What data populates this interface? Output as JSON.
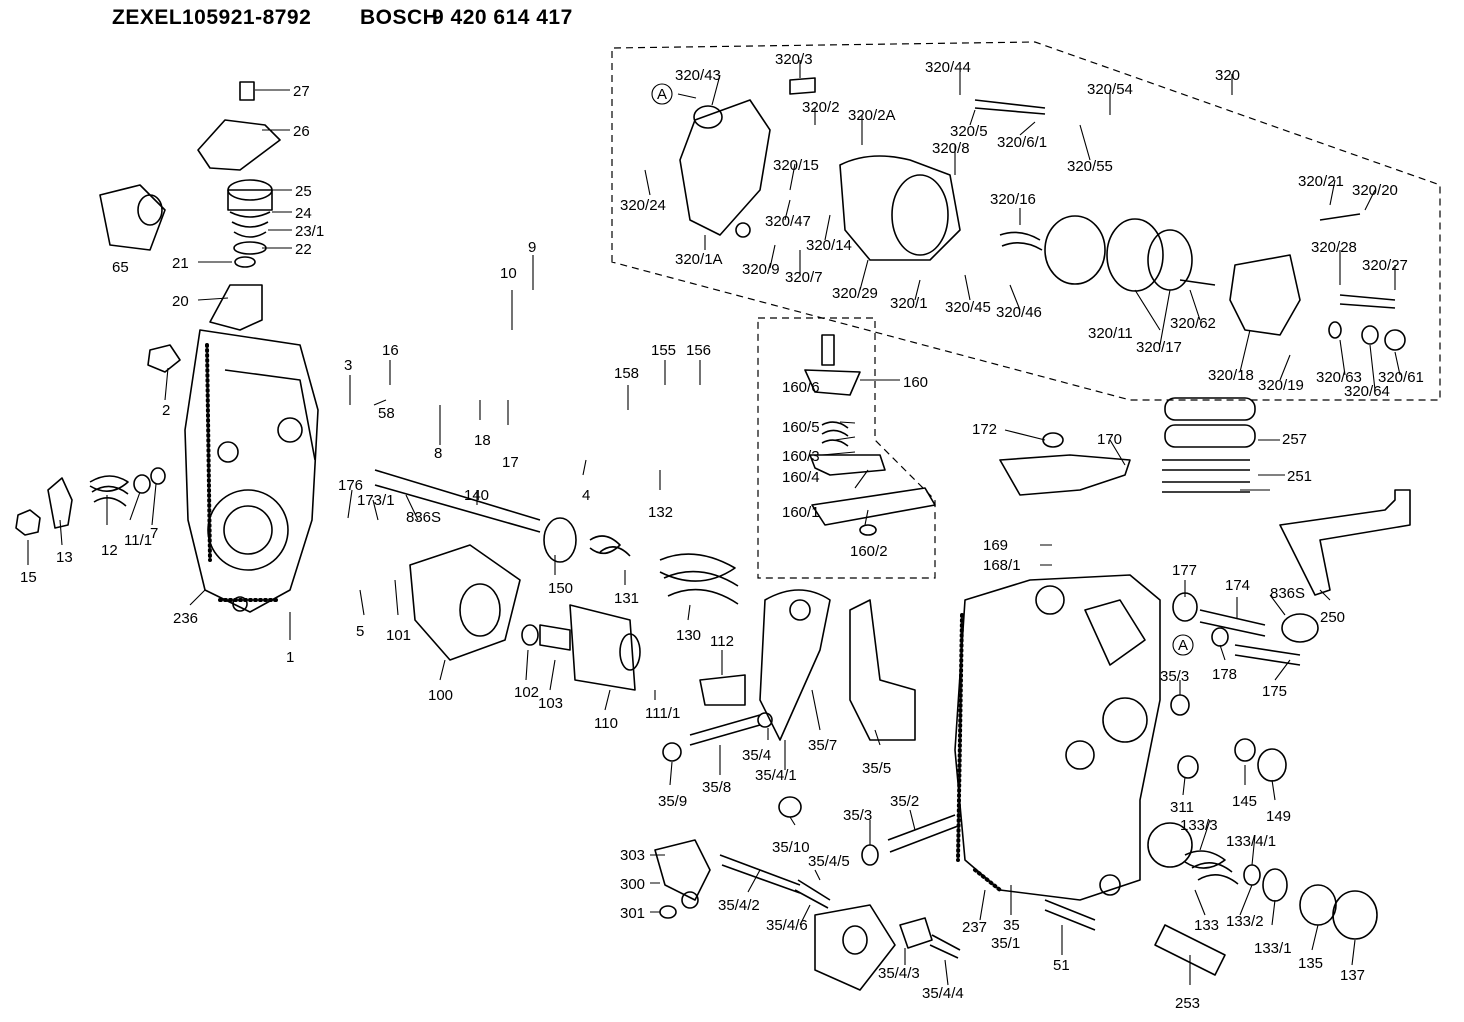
{
  "header": {
    "maker1": "ZEXEL",
    "part_no1": "105921-8792",
    "maker2": "BOSCH",
    "part_no2": "9 420 614 417"
  },
  "callouts": {
    "c27": "27",
    "c26": "26",
    "c25": "25",
    "c24": "24",
    "c23_1": "23/1",
    "c22": "22",
    "c21": "21",
    "c20": "20",
    "c65": "65",
    "c2": "2",
    "c3": "3",
    "c16": "16",
    "c58": "58",
    "c8": "8",
    "c18": "18",
    "c17": "17",
    "c9": "9",
    "c10": "10",
    "c15": "15",
    "c13": "13",
    "c12": "12",
    "c11_1": "11/1",
    "c7": "7",
    "c236": "236",
    "c1": "1",
    "c176": "176",
    "c173_1": "173/1",
    "c836s_a": "836S",
    "c140": "140",
    "c4": "4",
    "c132": "132",
    "c158": "158",
    "c155": "155",
    "c156": "156",
    "c5": "5",
    "c101": "101",
    "c100": "100",
    "c102": "102",
    "c103": "103",
    "c150": "150",
    "c131": "131",
    "c130": "130",
    "c110": "110",
    "c111_1": "111/1",
    "c112": "112",
    "c35_9": "35/9",
    "c35_8": "35/8",
    "c35_4": "35/4",
    "c35_4_1": "35/4/1",
    "c35_7": "35/7",
    "c35_5": "35/5",
    "c160": "160",
    "c160_6": "160/6",
    "c160_5": "160/5",
    "c160_3": "160/3",
    "c160_4": "160/4",
    "c160_1": "160/1",
    "c160_2": "160/2",
    "c172": "172",
    "c170": "170",
    "c257": "257",
    "c251": "251",
    "c169": "169",
    "c168_1": "168/1",
    "c177": "177",
    "c174": "174",
    "c836s_b": "836S",
    "c250": "250",
    "c178": "178",
    "c175": "175",
    "cA2": "A",
    "c35_3a": "35/3",
    "c145": "145",
    "c149": "149",
    "c311": "311",
    "c133_3": "133/3",
    "c133_4_1": "133/4/1",
    "c133": "133",
    "c133_2": "133/2",
    "c133_1": "133/1",
    "c135": "135",
    "c137": "137",
    "c253": "253",
    "c51": "51",
    "c35": "35",
    "c35_1": "35/1",
    "c237": "237",
    "c35_10": "35/10",
    "c35_3b": "35/3",
    "c35_2": "35/2",
    "c303": "303",
    "c300": "300",
    "c301": "301",
    "c35_4_2": "35/4/2",
    "c35_4_5": "35/4/5",
    "c35_4_6": "35/4/6",
    "c35_4_3": "35/4/3",
    "c35_4_4": "35/4/4",
    "c320": "320",
    "c320_3": "320/3",
    "c320_43": "320/43",
    "cA1": "A",
    "c320_2": "320/2",
    "c320_2A": "320/2A",
    "c320_44": "320/44",
    "c320_54": "320/54",
    "c320_5": "320/5",
    "c320_6_1": "320/6/1",
    "c320_55": "320/55",
    "c320_8": "320/8",
    "c320_15": "320/15",
    "c320_24": "320/24",
    "c320_47": "320/47",
    "c320_14": "320/14",
    "c320_1A": "320/1A",
    "c320_9": "320/9",
    "c320_7": "320/7",
    "c320_29": "320/29",
    "c320_1": "320/1",
    "c320_45": "320/45",
    "c320_46": "320/46",
    "c320_16": "320/16",
    "c320_11": "320/11",
    "c320_17": "320/17",
    "c320_62": "320/62",
    "c320_21": "320/21",
    "c320_20": "320/20",
    "c320_28": "320/28",
    "c320_27": "320/27",
    "c320_18": "320/18",
    "c320_19": "320/19",
    "c320_63": "320/63",
    "c320_61": "320/61",
    "c320_64": "320/64"
  }
}
